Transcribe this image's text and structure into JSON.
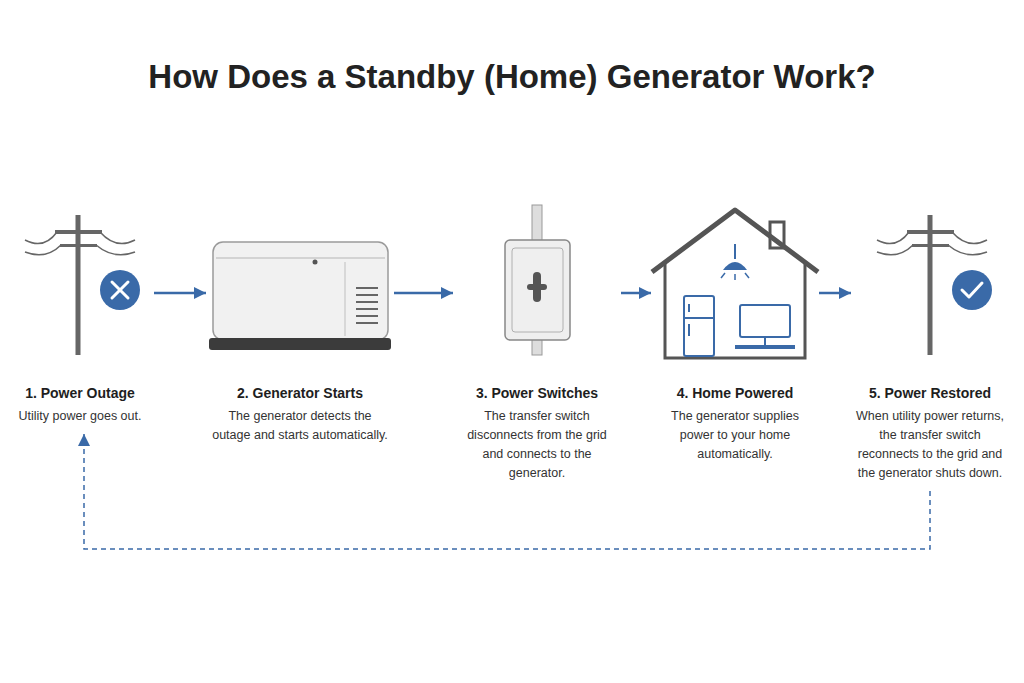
{
  "diagram": {
    "title": "How Does a Standby (Home) Generator Work?",
    "nodes": [
      {
        "text": [
          "1. Power Outage",
          "Utility power goes out."
        ]
      },
      {
        "text": [
          "2. Generator Starts",
          "The generator detects the outage and starts automatically."
        ]
      },
      {
        "text": [
          "3. Power Switches",
          "The transfer switch disconnects from the grid and connects to the generator."
        ]
      },
      {
        "text": [
          "4. Home Powered",
          "The generator supplies power to your home automatically."
        ]
      },
      {
        "text": [
          "5. Power Restored",
          "When utility power returns, the transfer switch reconnects to the grid and the generator shuts down."
        ]
      }
    ],
    "edges": [
      {
        "from": 0,
        "to": 1,
        "arrow": "to"
      },
      {
        "from": 1,
        "to": 2,
        "arrow": "to"
      },
      {
        "from": 2,
        "to": 3,
        "arrow": "to"
      },
      {
        "from": 3,
        "to": 4,
        "arrow": "to"
      },
      {
        "from": 4,
        "to": 0,
        "arrow": "to"
      }
    ]
  }
}
